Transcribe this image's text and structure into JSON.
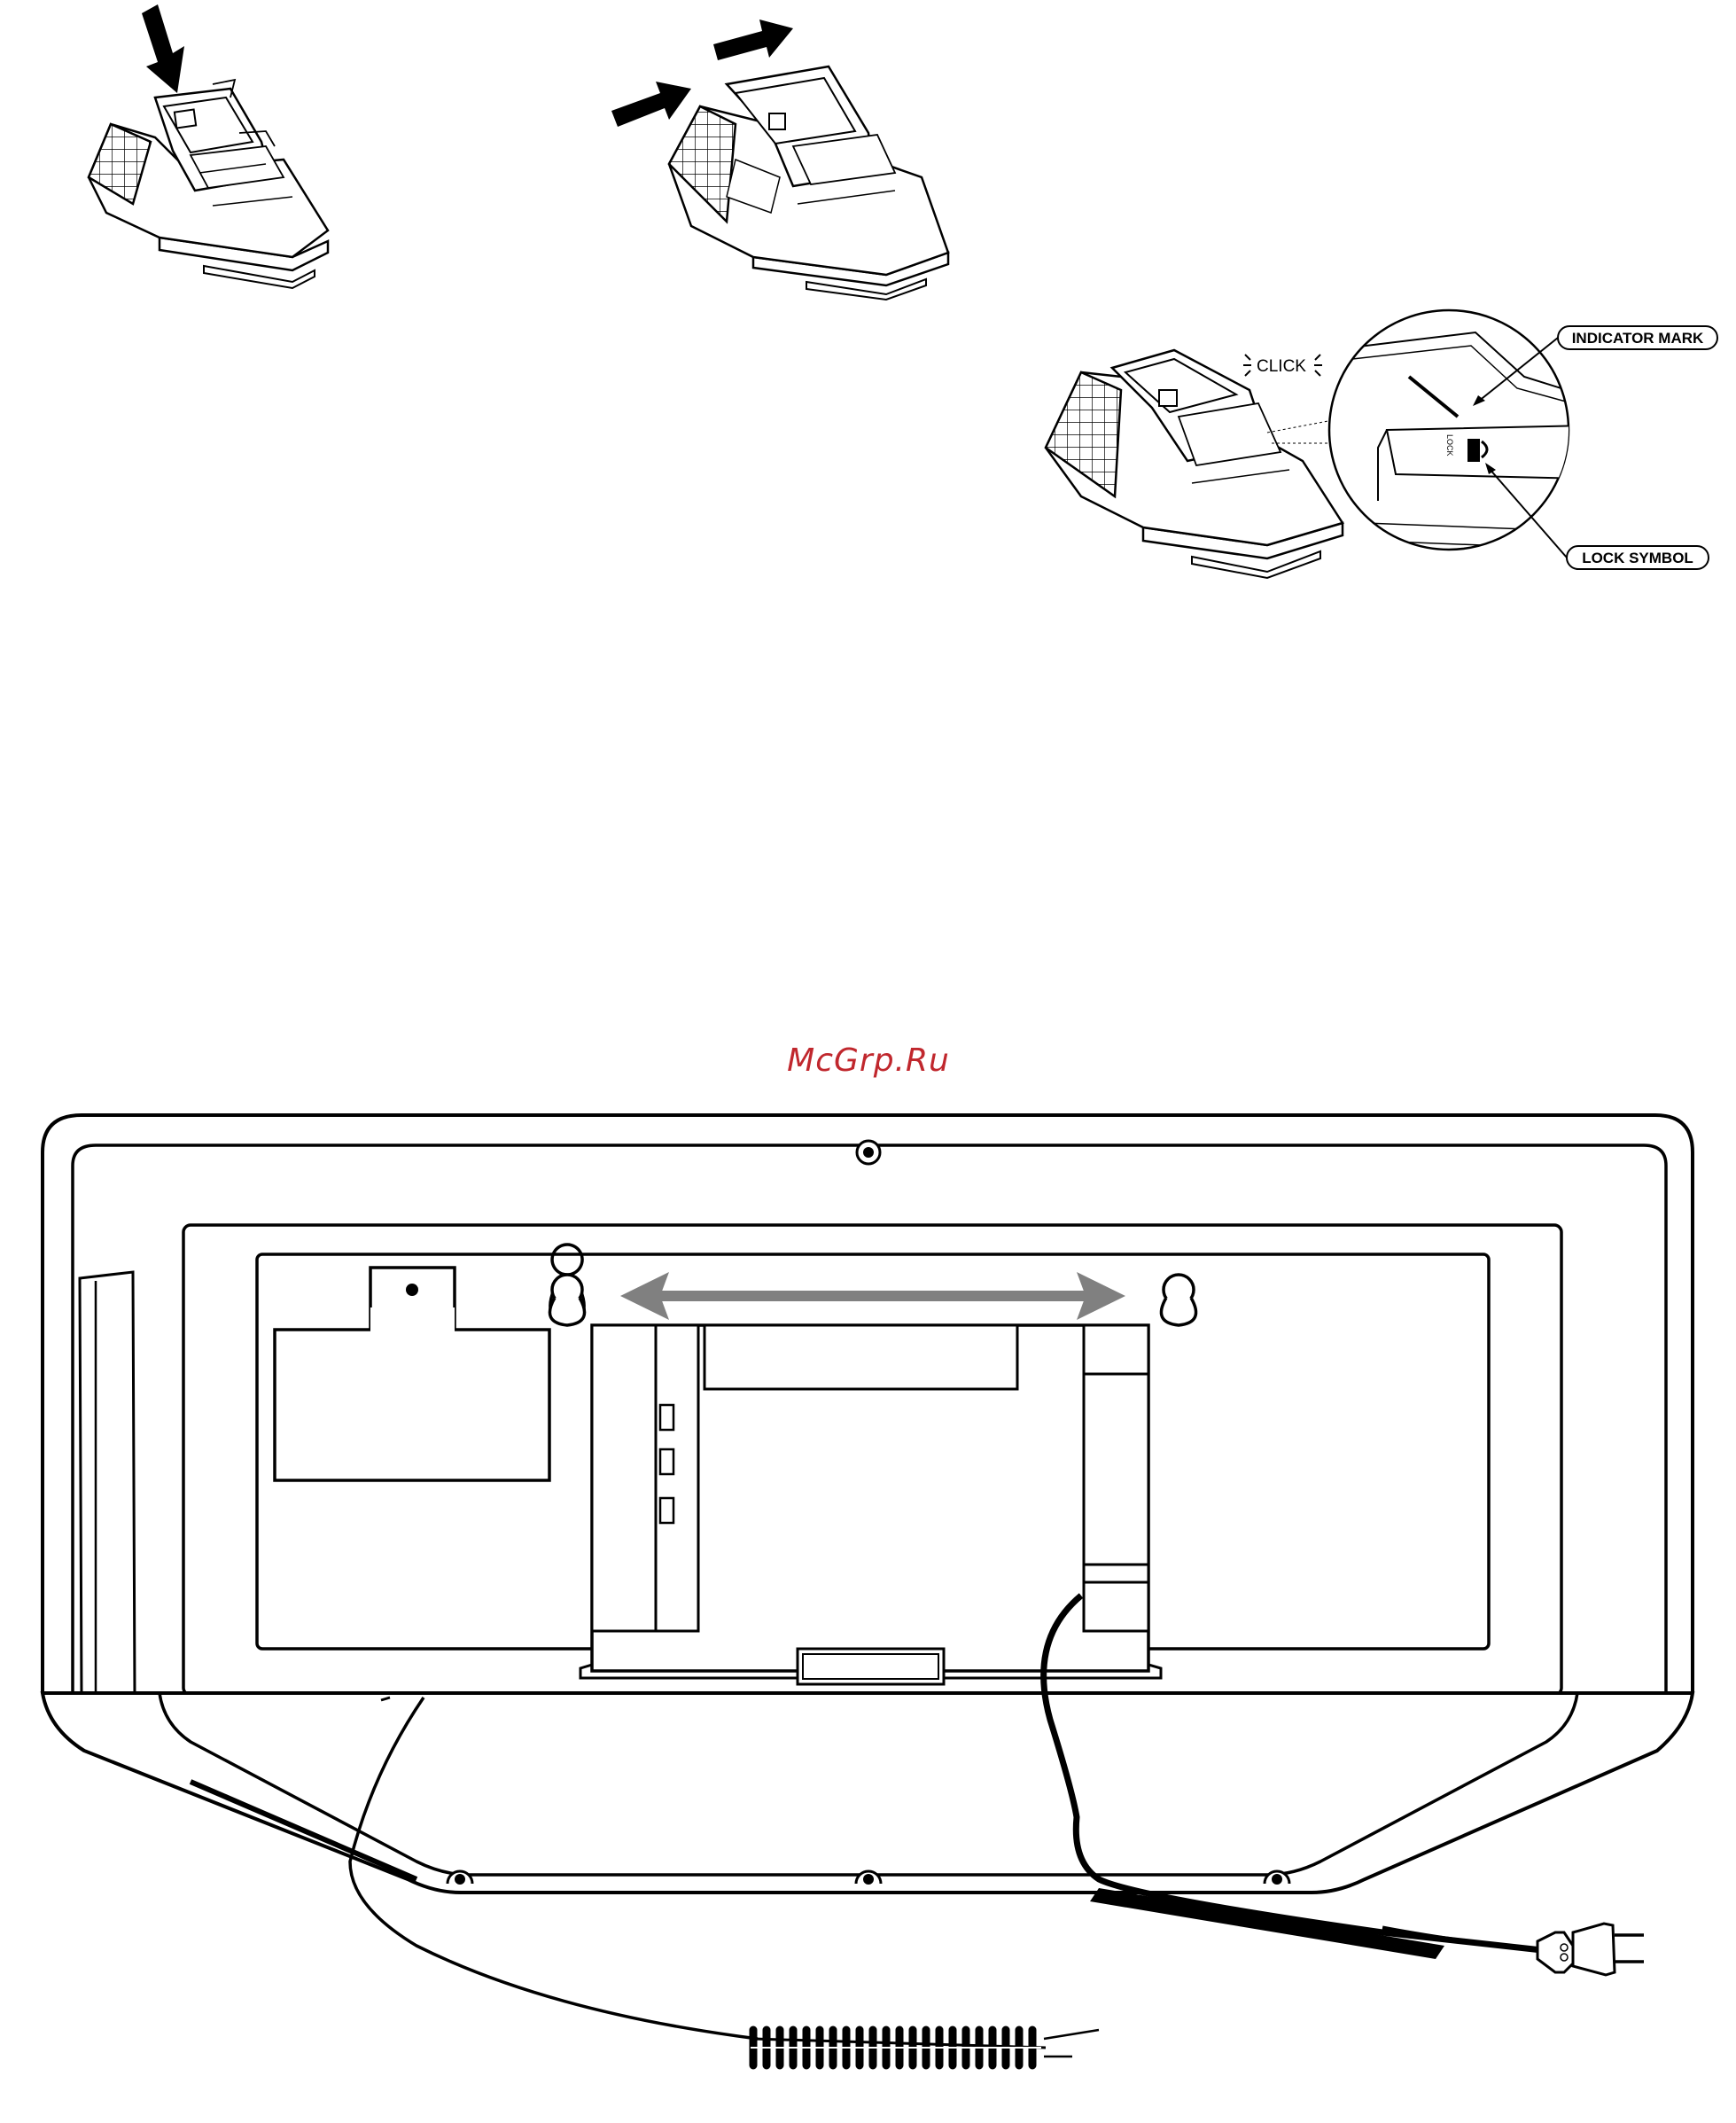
{
  "figure": {
    "step1": {
      "arrow_icon": "arrow-down-icon"
    },
    "step2": {
      "arrow_icon": "arrow-right-icon"
    },
    "step3": {
      "click_label": "CLICK",
      "lock_body_text": "LOCK",
      "indicator_label": "INDICATOR MARK",
      "lock_symbol_label": "LOCK SYMBOL"
    },
    "watermark": {
      "text": "McGrp.Ru",
      "color": "#c0272d"
    },
    "rear_view": {
      "slide_arrow_color": "#808080",
      "cable_color": "#000000"
    }
  }
}
